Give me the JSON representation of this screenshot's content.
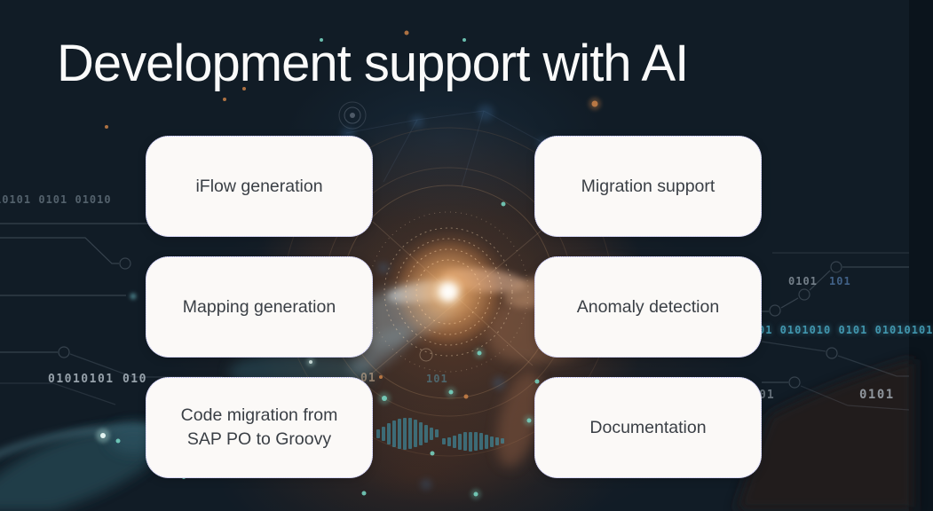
{
  "slide": {
    "title": "Development support with AI"
  },
  "cards": [
    {
      "label": "iFlow generation"
    },
    {
      "label": "Migration support"
    },
    {
      "label": "Mapping generation"
    },
    {
      "label": "Anomaly detection"
    },
    {
      "label": "Code migration from SAP PO to Groovy"
    },
    {
      "label": "Documentation"
    }
  ],
  "background": {
    "binary_texts": [
      {
        "text": "10101 0101 01010"
      },
      {
        "text": "0101"
      },
      {
        "text": "01010101 010"
      },
      {
        "text": "01"
      },
      {
        "text": "101"
      },
      {
        "text": "0101"
      },
      {
        "text": "101"
      },
      {
        "text": "01 0101010 0101 01010101"
      },
      {
        "text": "01"
      },
      {
        "text": "0101"
      }
    ],
    "colors": {
      "base": "#111c26",
      "card_bg": "#fbf9f7",
      "card_text": "#3a3f45",
      "title_text": "#fafafa",
      "accent_teal": "#49a8c2",
      "glow_orange": "#e8954e"
    }
  }
}
